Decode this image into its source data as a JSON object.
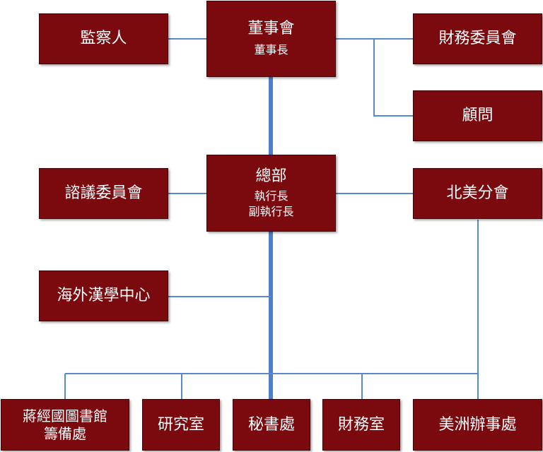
{
  "nodes": {
    "board": {
      "title": "董事會",
      "subtitle": "董事長"
    },
    "supervisor": {
      "title": "監察人"
    },
    "finance_committee": {
      "title": "財務委員會"
    },
    "advisor": {
      "title": "顧問"
    },
    "headquarters": {
      "title": "總部",
      "sub_lines": [
        "執行長",
        "副執行長"
      ]
    },
    "consultative_committee": {
      "title": "諮議委員會"
    },
    "north_america": {
      "title": "北美分會"
    },
    "sinology_center": {
      "title": "海外漢學中心"
    },
    "library": {
      "lines": [
        "蔣經國圖書館",
        "籌備處"
      ]
    },
    "research": {
      "title": "研究室"
    },
    "secretariat": {
      "title": "秘書處"
    },
    "finance_office": {
      "title": "財務室"
    },
    "americas_office": {
      "title": "美洲辦事處"
    }
  }
}
